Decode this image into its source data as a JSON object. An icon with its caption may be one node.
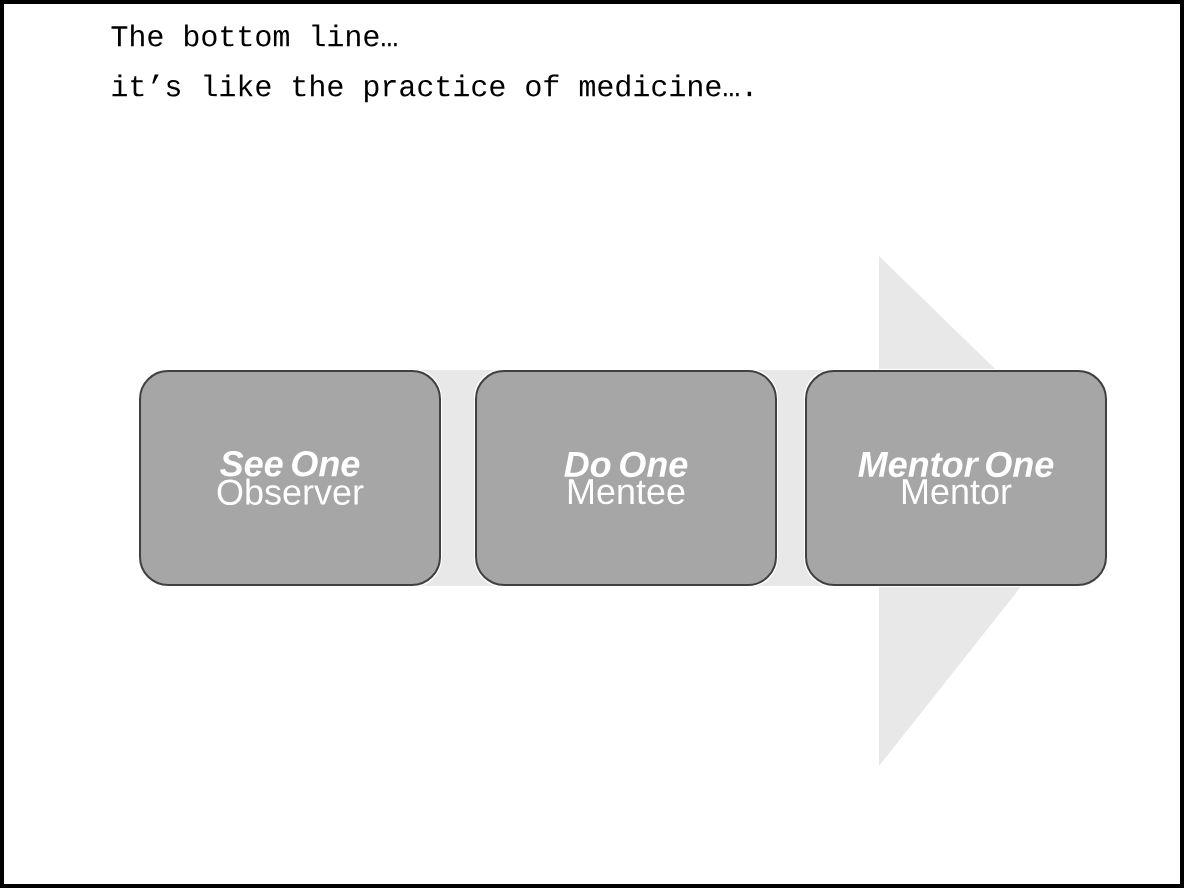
{
  "diagram": {
    "title": "The bottom line…",
    "nodes": [
      {
        "text": [
          "See One",
          "Observer"
        ]
      },
      {
        "text": [
          "Do One",
          "Mentee"
        ]
      },
      {
        "text": [
          "Mentor One",
          "Mentor"
        ]
      }
    ],
    "edges": [
      {
        "from": 0,
        "to": 2,
        "arrow": "to",
        "style": "thick"
      }
    ],
    "labels": [
      "it’s like the practice of medicine…."
    ]
  }
}
